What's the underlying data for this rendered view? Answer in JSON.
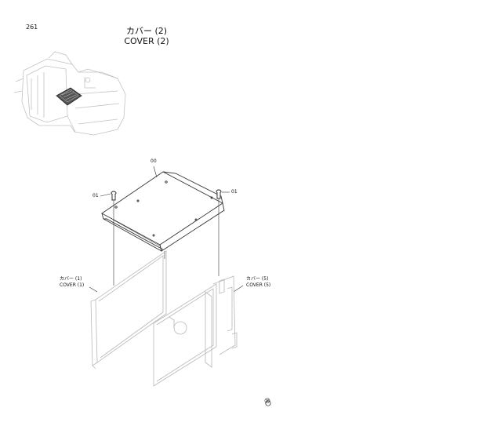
{
  "page": {
    "number": "261",
    "title_ja": "カバー (2)",
    "title_en": "COVER (2)"
  },
  "callouts": {
    "cover_part": "00",
    "bolt_left": "01",
    "bolt_right": "01"
  },
  "refs": {
    "left_ja": "カバー (1)",
    "left_en": "COVER (1)",
    "right_ja": "カバー (5)",
    "right_en": "COVER (5)"
  },
  "footer_mark": "⑩",
  "colors": {
    "line": "#333333",
    "ghost": "#bdbdbd"
  }
}
